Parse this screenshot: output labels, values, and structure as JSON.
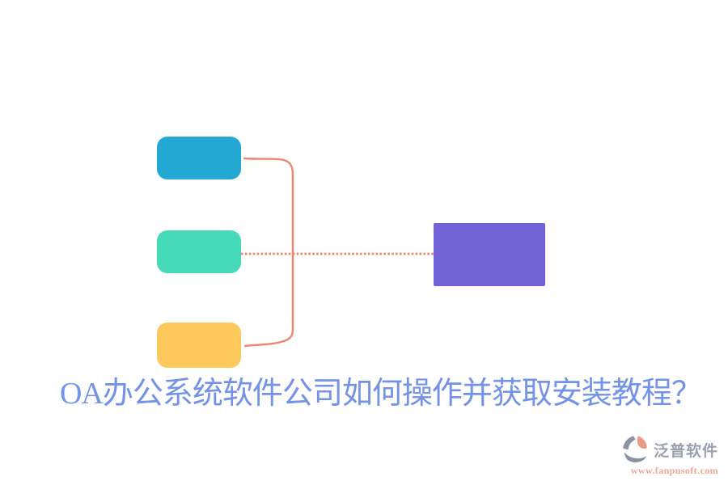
{
  "caption": {
    "text": "OA办公系统软件公司如何操作并获取安装教程？",
    "color": "#7392E8"
  },
  "diagram": {
    "connector_color": "#F0846F",
    "nodes": {
      "top": {
        "label": "",
        "color": "#22A8D2"
      },
      "middle": {
        "label": "",
        "color": "#45DBB8"
      },
      "bottom": {
        "label": "",
        "color": "#FDC95C"
      },
      "right": {
        "label": "",
        "color": "#7262D8"
      }
    }
  },
  "watermark": {
    "brand": "泛普软件",
    "url": "www.fanpusoft.com",
    "brand_color": "#99A1B0",
    "url_color": "#EFA793",
    "icon_gray": "#8B93A5",
    "icon_orange": "#E89C86"
  }
}
